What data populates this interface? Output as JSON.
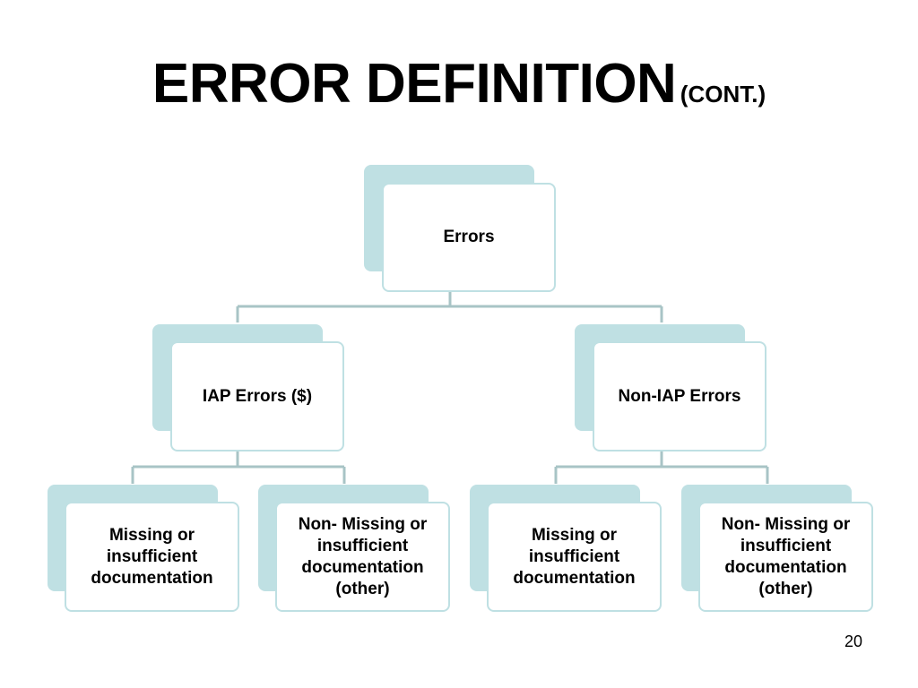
{
  "slide": {
    "title": "ERROR DEFINITION",
    "title_suffix": "(CONT.)",
    "page_number": "20"
  },
  "diagram": {
    "root": "Errors",
    "level2": [
      "IAP Errors ($)",
      "Non-IAP Errors"
    ],
    "level3": [
      "Missing or\ninsufficient\ndocumentation",
      "Non- Missing or\ninsufficient\ndocumentation\n(other)",
      "Missing or\ninsufficient\ndocumentation",
      "Non- Missing or\ninsufficient\ndocumentation\n(other)"
    ]
  },
  "colors": {
    "shadow": "#bfe0e3",
    "connector": "#a8c4c6"
  }
}
